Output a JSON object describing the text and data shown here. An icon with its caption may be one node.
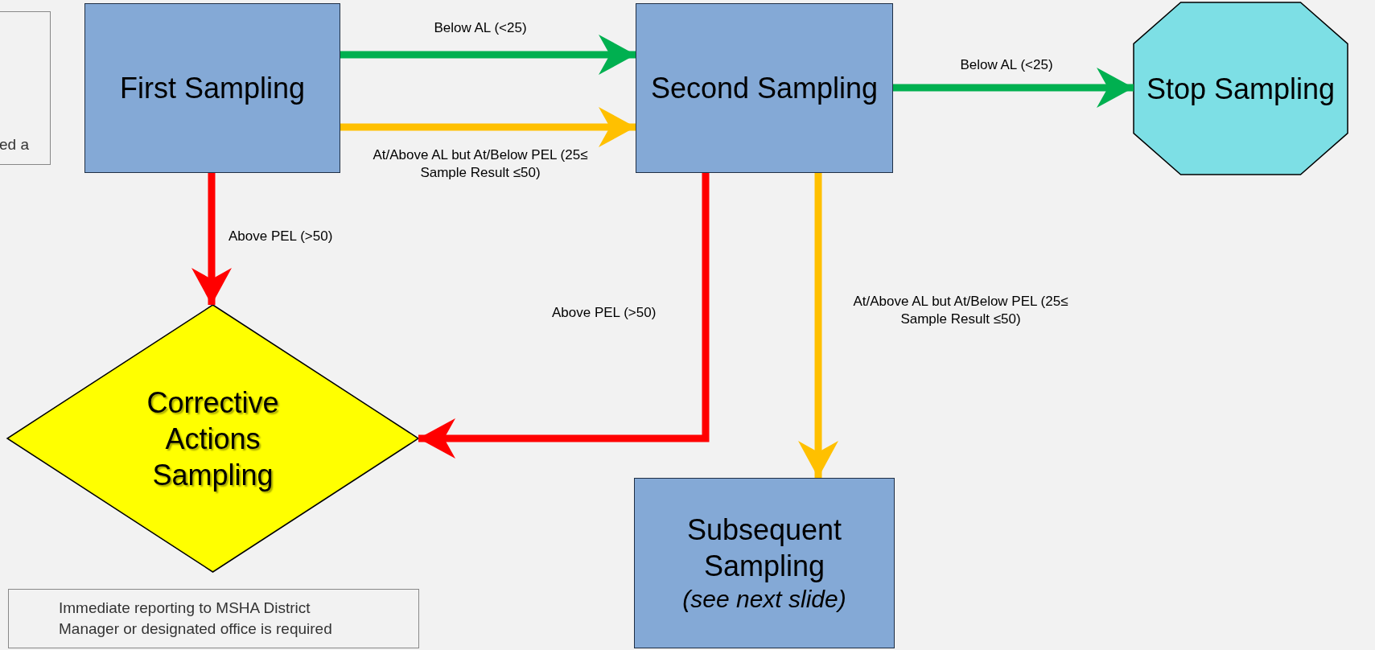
{
  "diagram": {
    "nodes": [
      {
        "text": [
          "ed a"
        ]
      },
      {
        "text": [
          "First Sampling"
        ]
      },
      {
        "text": [
          "Second Sampling"
        ]
      },
      {
        "text": [
          "Stop Sampling"
        ]
      },
      {
        "text": [
          "Corrective Actions Sampling"
        ]
      },
      {
        "text": [
          "Subsequent Sampling",
          "(see next slide)"
        ]
      },
      {
        "text": [
          "Immediate reporting to MSHA District Manager or designated office is required"
        ]
      }
    ],
    "edges": [
      {
        "from": 1,
        "to": 2,
        "arrow": "to",
        "label": "Below AL (<25)",
        "color": "#00b050"
      },
      {
        "from": 1,
        "to": 2,
        "arrow": "to",
        "label": "At/Above AL but At/Below PEL (25≤ Sample Result ≤50)",
        "color": "#ffc000"
      },
      {
        "from": 2,
        "to": 3,
        "arrow": "to",
        "label": "Below AL (<25)",
        "color": "#00b050"
      },
      {
        "from": 1,
        "to": 4,
        "arrow": "to",
        "label": "Above PEL (>50)",
        "color": "#ff0000"
      },
      {
        "from": 2,
        "to": 4,
        "arrow": "to",
        "label": "Above PEL (>50)",
        "color": "#ff0000"
      },
      {
        "from": 2,
        "to": 5,
        "arrow": "to",
        "label": "At/Above AL but At/Below PEL (25≤ Sample Result ≤50)",
        "color": "#ffc000"
      }
    ]
  }
}
